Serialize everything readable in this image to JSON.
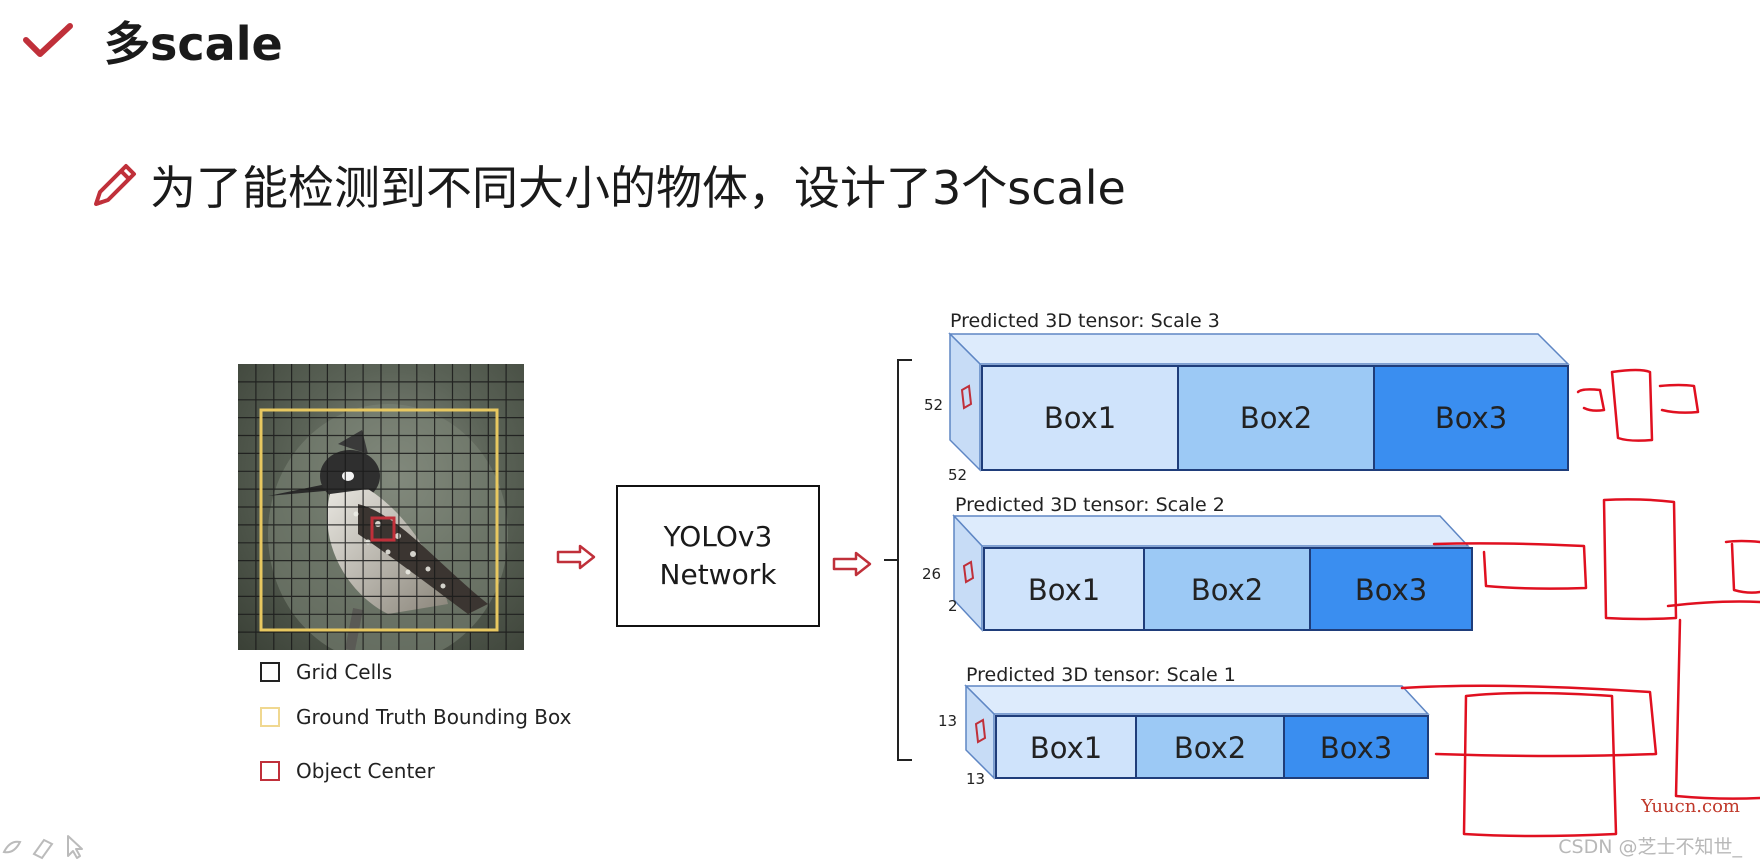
{
  "slide": {
    "title": "多scale",
    "subtitle": "为了能检测到不同大小的物体，设计了3个scale"
  },
  "legend": {
    "items": [
      {
        "label": "Grid Cells",
        "color": "#222222"
      },
      {
        "label": "Ground Truth Bounding Box",
        "color": "#e8c860"
      },
      {
        "label": "Object Center",
        "color": "#c0303a"
      }
    ]
  },
  "network": {
    "line1": "YOLOv3",
    "line2": "Network"
  },
  "tensors": [
    {
      "caption": "Predicted 3D tensor: Scale 3",
      "dim_h": "52",
      "dim_w": "52",
      "boxes": [
        "Box1",
        "Box2",
        "Box3"
      ]
    },
    {
      "caption": "Predicted 3D tensor: Scale 2",
      "dim_h": "26",
      "dim_w": "2",
      "boxes": [
        "Box1",
        "Box2",
        "Box3"
      ]
    },
    {
      "caption": "Predicted 3D tensor: Scale 1",
      "dim_h": "13",
      "dim_w": "13",
      "boxes": [
        "Box1",
        "Box2",
        "Box3"
      ]
    }
  ],
  "colors": {
    "accent": "#c0303a",
    "box1": "#cfe3fb",
    "box2": "#9cc9f5",
    "box3": "#3a8ef0",
    "annotation": "#e01020"
  },
  "icons": [
    "check-icon",
    "pencil-icon",
    "arrow-right-icon",
    "pen-tool-icon",
    "eraser-icon",
    "pointer-icon"
  ],
  "watermarks": {
    "site": "Yuucn.com",
    "author": "CSDN @芝士不知世_"
  }
}
